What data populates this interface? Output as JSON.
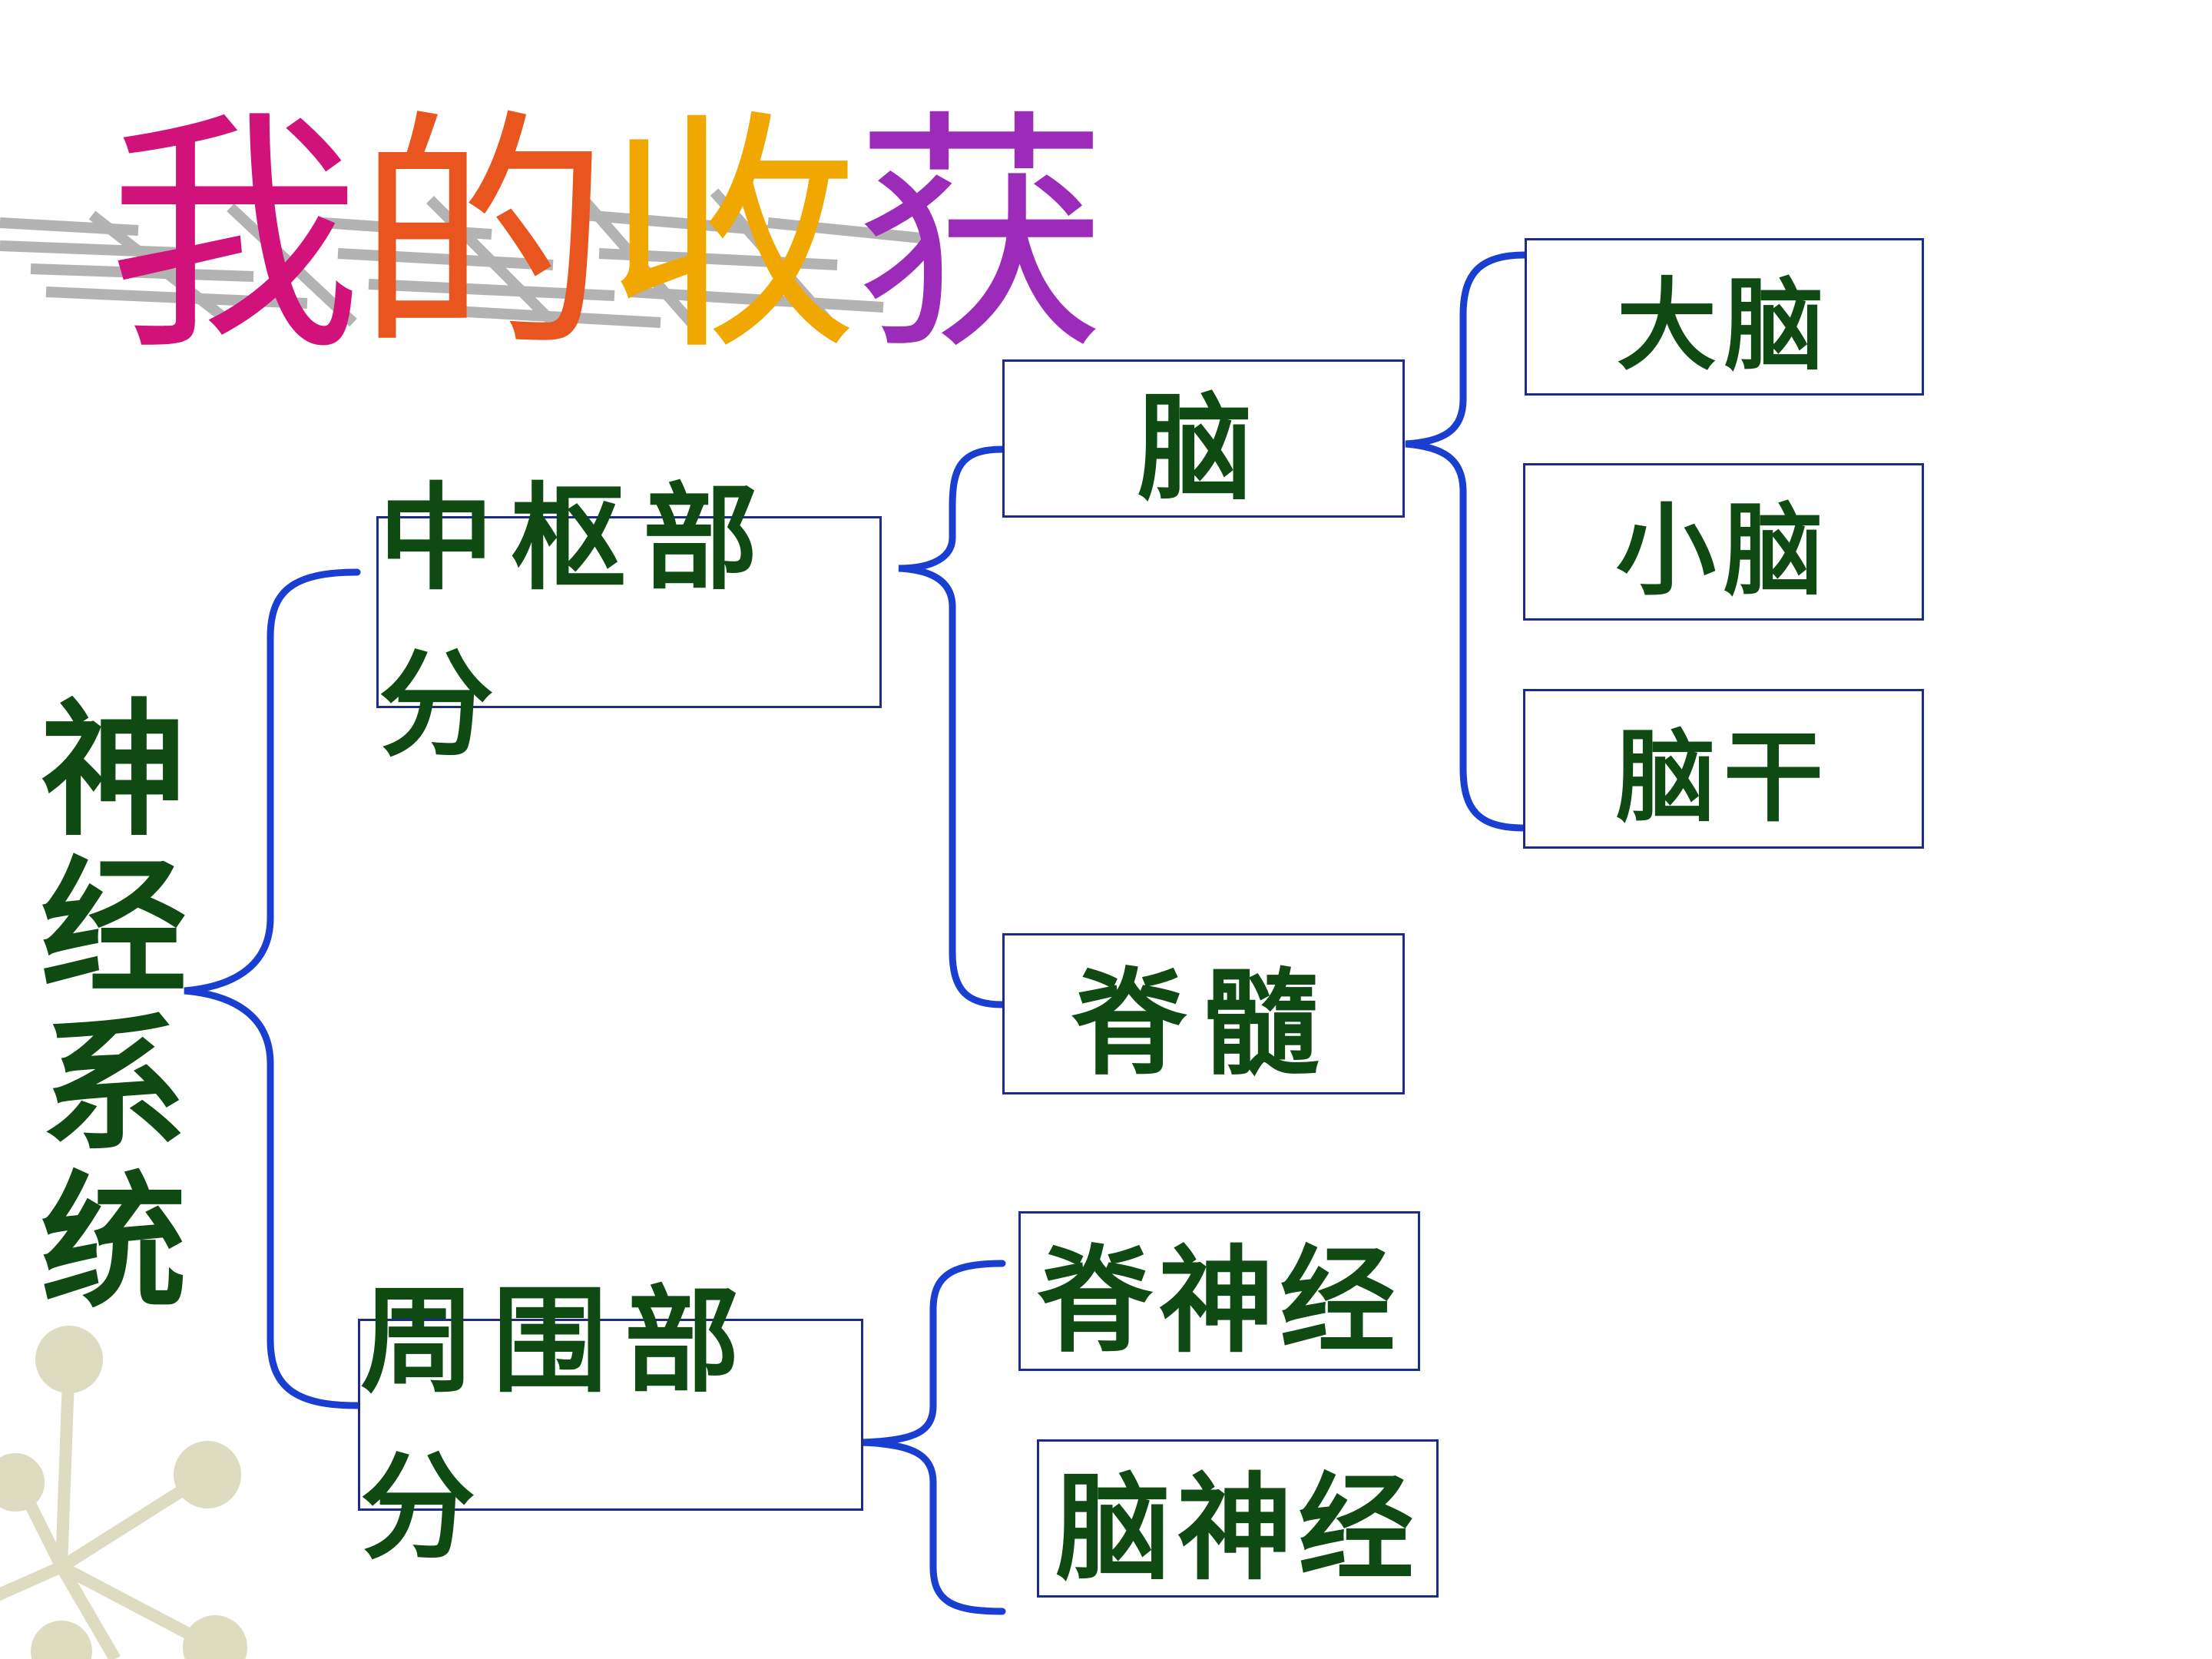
{
  "title": {
    "chars": [
      "我",
      "的",
      "收",
      "获"
    ]
  },
  "root": "神经系统",
  "level1": {
    "central": "中枢部分",
    "peripheral": "周围部分"
  },
  "central_children": {
    "brain": "脑",
    "spinal_cord": "脊髓"
  },
  "brain_children": {
    "cerebrum": "大脑",
    "cerebellum": "小脑",
    "brainstem": "脑干"
  },
  "peripheral_children": {
    "spinal_nerves": "脊神经",
    "cranial_nerves": "脑神经"
  },
  "colors": {
    "text": "#0e4a12",
    "border": "#1d2b8a",
    "bracket": "#1a3fd0",
    "title": [
      "#d0127a",
      "#e0443a",
      "#f0a800",
      "#9b2bb8"
    ]
  }
}
